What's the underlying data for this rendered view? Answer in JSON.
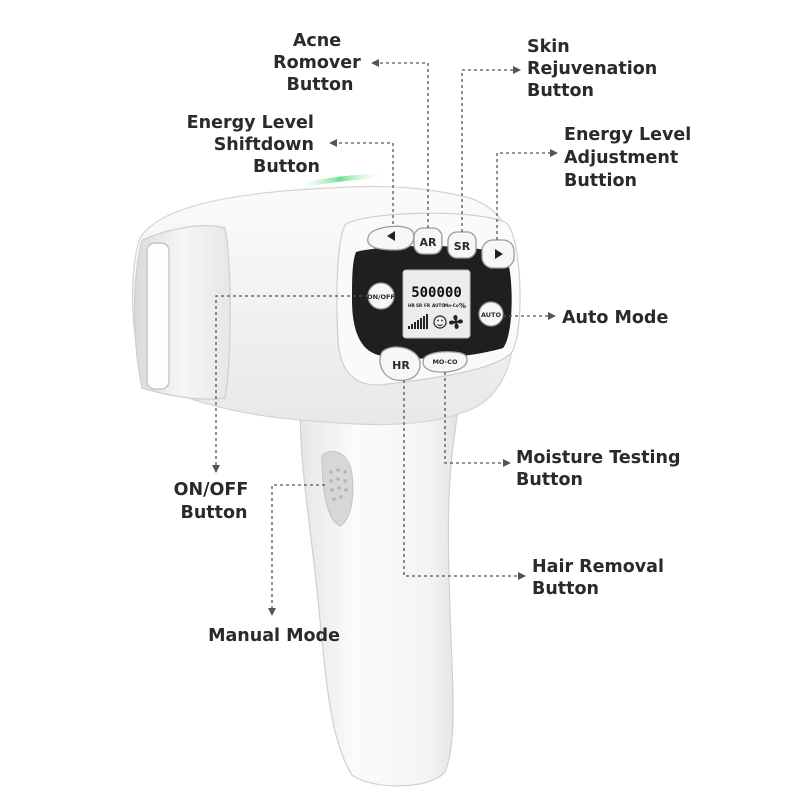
{
  "device": {
    "buttons": {
      "ar": "AR",
      "sr": "SR",
      "on_off": "ON/OFF",
      "auto": "AUTO",
      "hr": "HR",
      "mo_co": "MO-CO"
    },
    "display": {
      "counter": "500000",
      "modes": [
        "HR",
        "SR",
        "FR",
        "AUTO",
        "Mo-Co"
      ],
      "percent_sign": "%"
    }
  },
  "callouts": {
    "acne_remover": [
      "Acne",
      "Romover",
      "Button"
    ],
    "skin_rejuvenation": [
      "Skin",
      "Rejuvenation",
      "Button"
    ],
    "energy_shiftdown": [
      "Energy Level",
      "Shiftdown",
      "Button"
    ],
    "energy_adjustment": [
      "Energy Level",
      "Adjustment",
      "Buttion"
    ],
    "auto_mode": [
      "Auto Mode"
    ],
    "moisture_testing": [
      "Moisture Testing",
      "Button"
    ],
    "on_off": [
      "ON/OFF",
      "Button"
    ],
    "hair_removal": [
      "Hair Removal",
      "Button"
    ],
    "manual_mode": [
      "Manual Mode"
    ]
  },
  "colors": {
    "indicator_light": "#6fe08a",
    "panel": "#1f1f1f",
    "lcd": "#ececec",
    "body": "#f2f2f2"
  }
}
